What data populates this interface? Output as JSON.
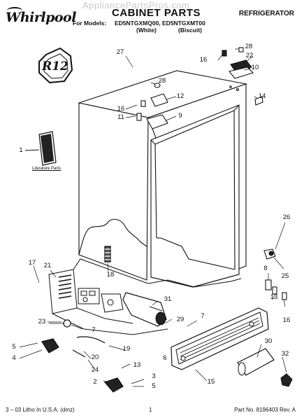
{
  "header": {
    "brand": "Whirlpool",
    "title": "CABINET PARTS",
    "category": "REFRIGERATOR",
    "models_label": "For Models:",
    "models": "ED5NTGXMQ00, ED5NTGXMT00",
    "variants": [
      "(White)",
      "(Biscuit)"
    ],
    "watermark": "AppliancePartsPros.com"
  },
  "badge": "R12",
  "literature_label": "Literature Parts",
  "callouts": [
    "1",
    "2",
    "3",
    "4",
    "5",
    "6",
    "7",
    "8",
    "9",
    "10",
    "11",
    "12",
    "13",
    "14",
    "15",
    "16",
    "17",
    "18",
    "19",
    "20",
    "21",
    "22",
    "23",
    "24",
    "25",
    "26",
    "27",
    "28",
    "29",
    "30",
    "31",
    "32"
  ],
  "footer": {
    "left": "3 – 03 Litho In U.S.A. (dmz)",
    "page": "1",
    "part_no": "Part No. 8196403 Rev. A"
  }
}
